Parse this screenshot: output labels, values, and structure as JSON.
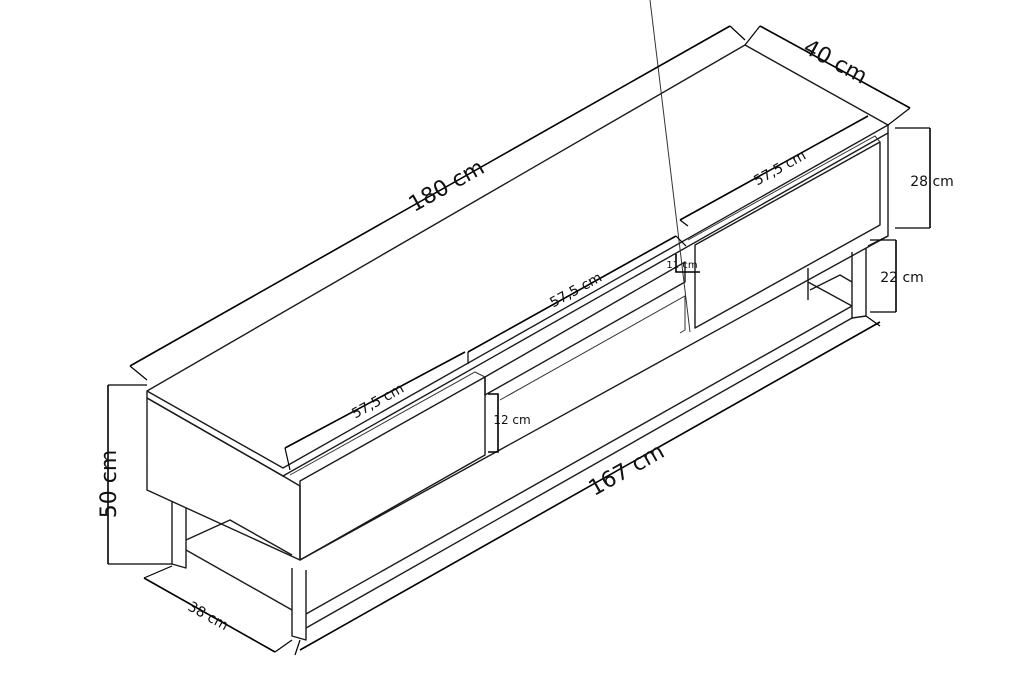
{
  "dimensions": {
    "width_total": "180 cm",
    "depth_top": "40 cm",
    "height_total": "50 cm",
    "height_drawer_right": "28 cm",
    "height_shelf_right": "22 cm",
    "drawer_width_right": "57,5 cm",
    "drawer_width_middle": "57,5 cm",
    "drawer_width_left": "57,5 cm",
    "gap_small": "11 cm",
    "gap_middle": "12 cm",
    "width_base": "167 cm",
    "depth_base": "38 cm"
  }
}
